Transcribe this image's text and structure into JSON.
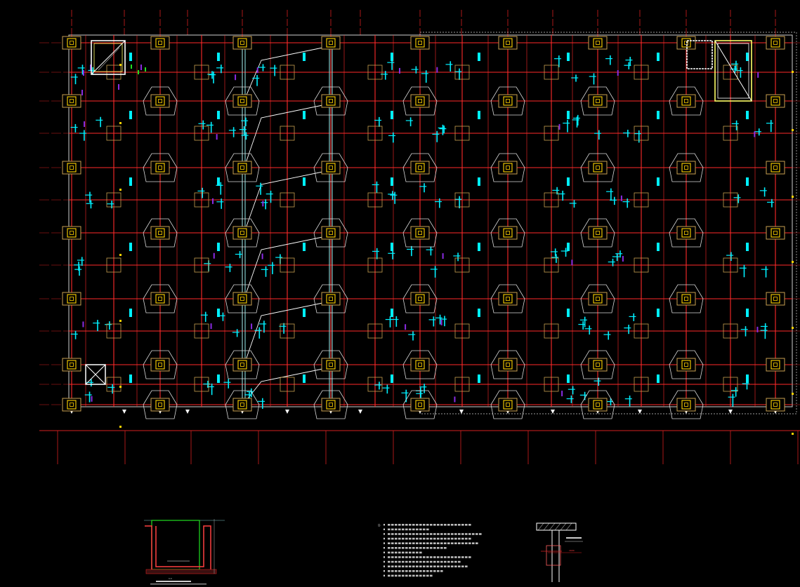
{
  "colors": {
    "background": "#000000",
    "grid_axis": "#d42020",
    "beam": "#ff2a2a",
    "column_box": "#c8a050",
    "column_core": "#ffd200",
    "cap": "#d8d8d8",
    "wall": "#7fc8c8",
    "rebar_cyan": "#00f0ff",
    "rebar_magenta": "#8a2be2",
    "green": "#20e020",
    "white": "#ffffff",
    "boundary": "#cfcfcf"
  },
  "icons": [
    "column-symbol-icon",
    "pile-cap-icon",
    "opening-cross-icon",
    "grid-bubble-icon"
  ],
  "details": {
    "pit_detail": {
      "label": "1-1"
    },
    "slab_detail": {
      "label": "1600"
    },
    "notes_marker": "注："
  }
}
